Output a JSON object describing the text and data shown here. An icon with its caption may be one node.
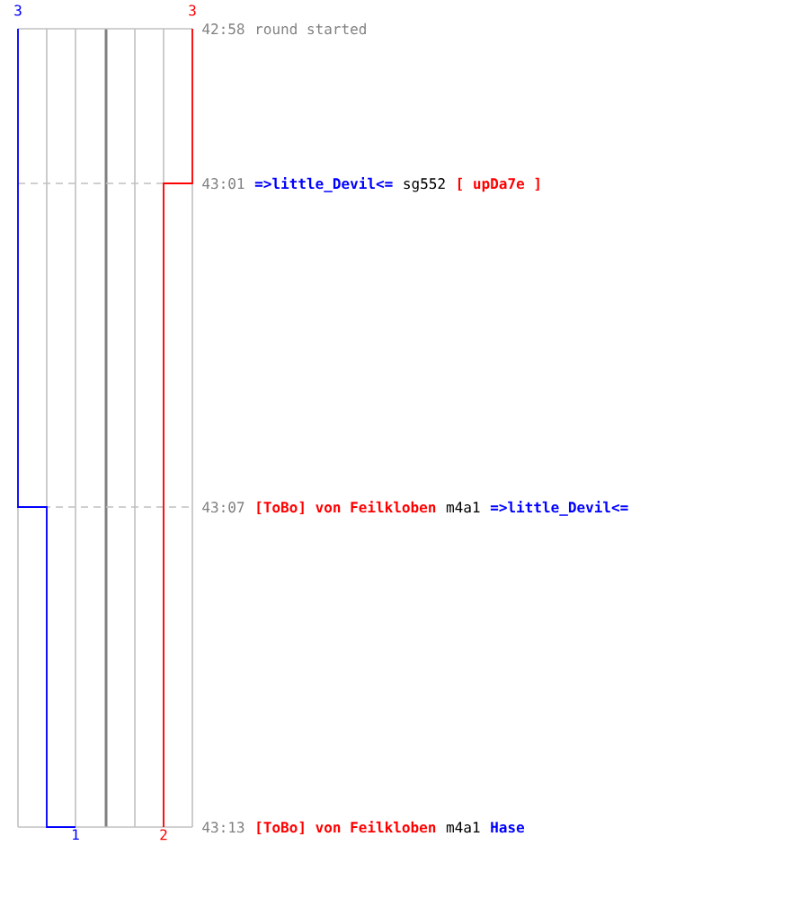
{
  "diagram": {
    "labels": [
      "3",
      "3",
      "42:58",
      "round started",
      "43:01",
      "=>little_Devil<=",
      "sg552",
      "[ upDa7e ]",
      "43:07",
      "[ToBo] von Feilkloben",
      "m4a1",
      "=>little_Devil<=",
      "43:13",
      "[ToBo] von Feilkloben",
      "m4a1",
      "Hase",
      "1",
      "2"
    ]
  }
}
